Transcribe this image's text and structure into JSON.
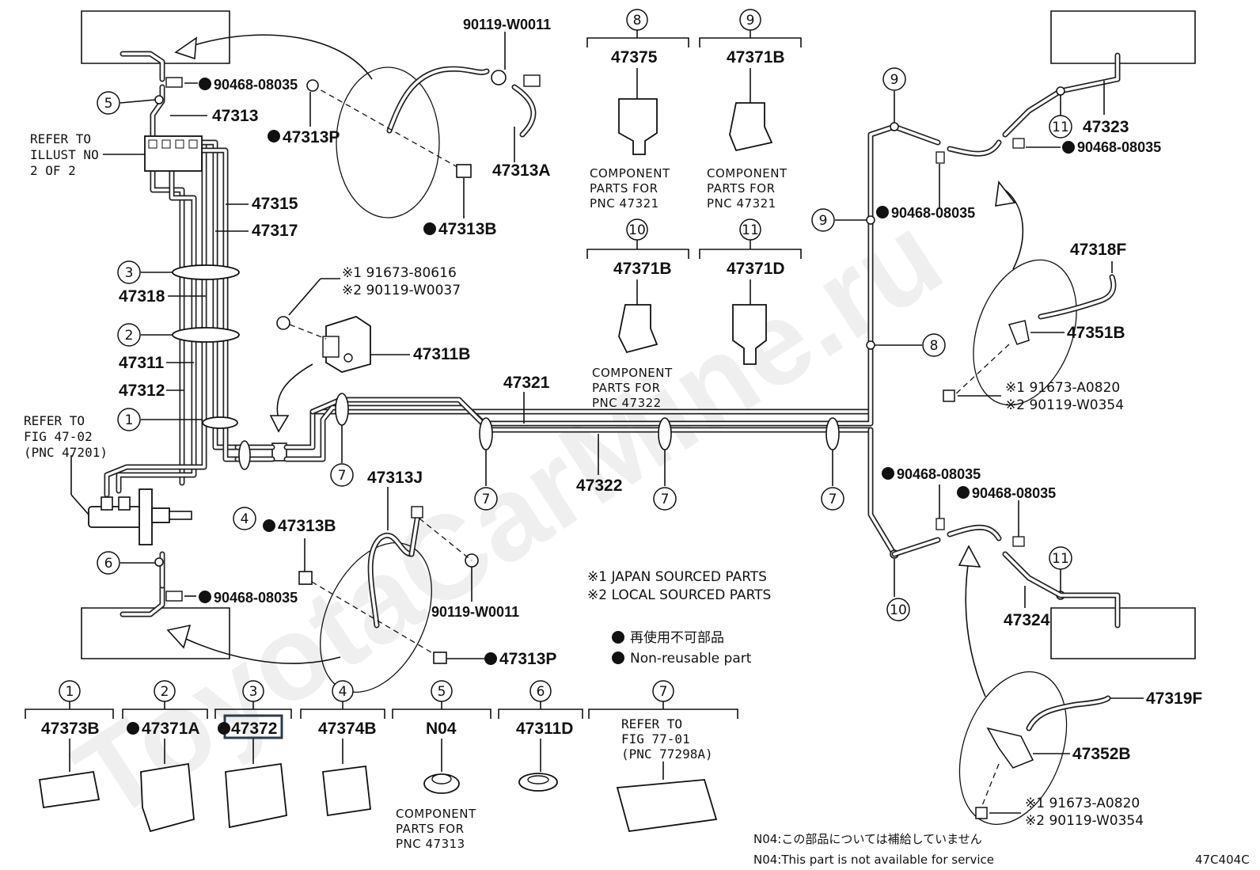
{
  "diagram_code": "47C404C",
  "watermark": "ToyotaCarMine.ru",
  "refer_notes": {
    "illust": [
      "REFER TO",
      "ILLUST NO",
      "2 OF 2"
    ],
    "fig4702": [
      "REFER TO",
      "FIG 47-02",
      "(PNC 47201)"
    ],
    "fig7701": [
      "REFER TO",
      "FIG 77-01",
      "(PNC 77298A)"
    ]
  },
  "callouts": {
    "c1": "1",
    "c2": "2",
    "c3": "3",
    "c4": "4",
    "c5": "5",
    "c6": "6",
    "c7": "7",
    "c8": "8",
    "c9": "9",
    "c10": "10",
    "c11": "11"
  },
  "parts": {
    "p47313": "47313",
    "p47315": "47315",
    "p47317": "47317",
    "p47318": "47318",
    "p47311": "47311",
    "p47312": "47312",
    "p90468_top_left": "90468-08035",
    "p47313P_top": "47313P",
    "p90119_W0011_top": "90119-W0011",
    "p47313A": "47313A",
    "p47313B_top": "47313B",
    "p47311B": "47311B",
    "note1_a": "※1 91673-80616",
    "note2_a": "※2 90119-W0037",
    "p47321": "47321",
    "p47322": "47322",
    "p47313J": "47313J",
    "p47313B_bottom": "47313B",
    "p90119_W0011_bottom": "90119-W0011",
    "p47313P_bottom": "47313P",
    "p90468_bottom_left": "90468-08035",
    "p47323": "47323",
    "p90468_right_top": "90468-08035",
    "p90468_mid_top": "90468-08035",
    "p47318F": "47318F",
    "p47351B": "47351B",
    "note1_b": "※1 91673-A0820",
    "note2_b": "※2 90119-W0354",
    "p90468_mid_bottom": "90468-08035",
    "p90468_right_bottom": "90468-08035",
    "p47324": "47324",
    "p47319F": "47319F",
    "p47352B": "47352B",
    "note1_c": "※1 91673-A0820",
    "note2_c": "※2 90119-W0354"
  },
  "component_groups": [
    {
      "num": "8",
      "pn": "47375",
      "caption": [
        "COMPONENT",
        "PARTS FOR",
        "PNC 47321"
      ]
    },
    {
      "num": "9",
      "pn": "47371B",
      "caption": [
        "COMPONENT",
        "PARTS FOR",
        "PNC 47321"
      ]
    },
    {
      "num": "10",
      "pn": "47371B",
      "caption": [
        "COMPONENT",
        "PARTS FOR",
        "PNC 47322"
      ]
    },
    {
      "num": "11",
      "pn": "47371D",
      "caption": []
    }
  ],
  "bottom_groups": [
    {
      "num": "1",
      "pn": "47373B"
    },
    {
      "num": "2",
      "pn": "47371A"
    },
    {
      "num": "3",
      "pn": "47372"
    },
    {
      "num": "4",
      "pn": "47374B"
    },
    {
      "num": "5",
      "pn": "N04",
      "caption": [
        "COMPONENT",
        "PARTS FOR",
        "PNC 47313"
      ]
    },
    {
      "num": "6",
      "pn": "47311D"
    },
    {
      "num": "7",
      "pn": ""
    }
  ],
  "legend": {
    "japan": "※1 JAPAN SOURCED PARTS",
    "local": "※2 LOCAL SOURCED PARTS",
    "nonreuse_jp": "再使用不可部品",
    "nonreuse_en": "Non-reusable part"
  },
  "footnotes": {
    "jp": "N04:この部品については補給していません",
    "en": "N04:This part is not available for service"
  }
}
